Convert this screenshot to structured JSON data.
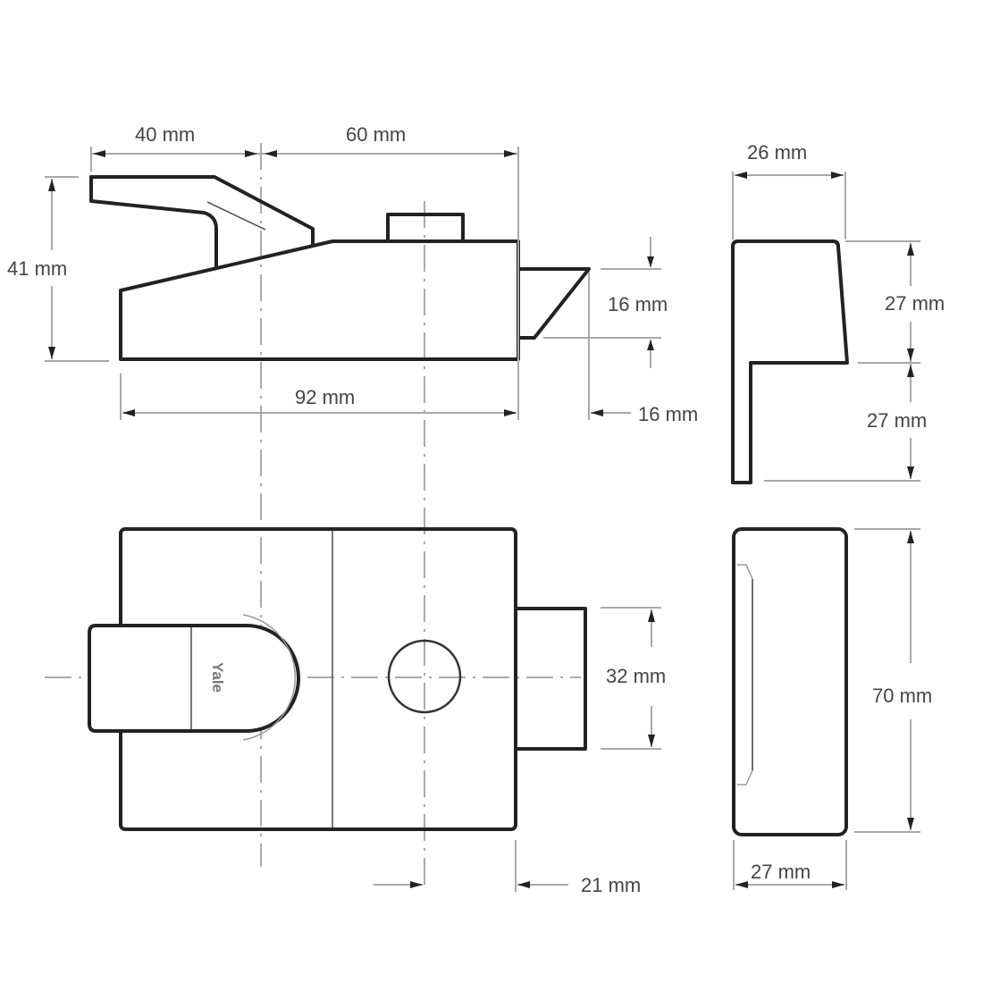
{
  "drawing": {
    "subject": "Night latch dimensional drawing",
    "brand_logo": "Yale",
    "colors": {
      "outline": "#222222",
      "dimension_line": "#a8a8a8",
      "label_text": "#444444",
      "background": "#ffffff"
    },
    "views": {
      "side_view": {
        "dimensions": {
          "handle_projection": "40 mm",
          "case_to_edge": "60 mm",
          "overall_height": "41 mm",
          "case_length": "92 mm",
          "bolt_height": "16 mm",
          "bolt_projection": "16 mm"
        }
      },
      "staple_side_view": {
        "dimensions": {
          "width": "26 mm",
          "upper_height": "27 mm",
          "lower_height": "27 mm"
        }
      },
      "front_view": {
        "dimensions": {
          "bolt_width": "32 mm",
          "backset_offset": "21 mm"
        }
      },
      "staple_front_view": {
        "dimensions": {
          "height": "70 mm",
          "width": "27 mm"
        }
      }
    }
  }
}
